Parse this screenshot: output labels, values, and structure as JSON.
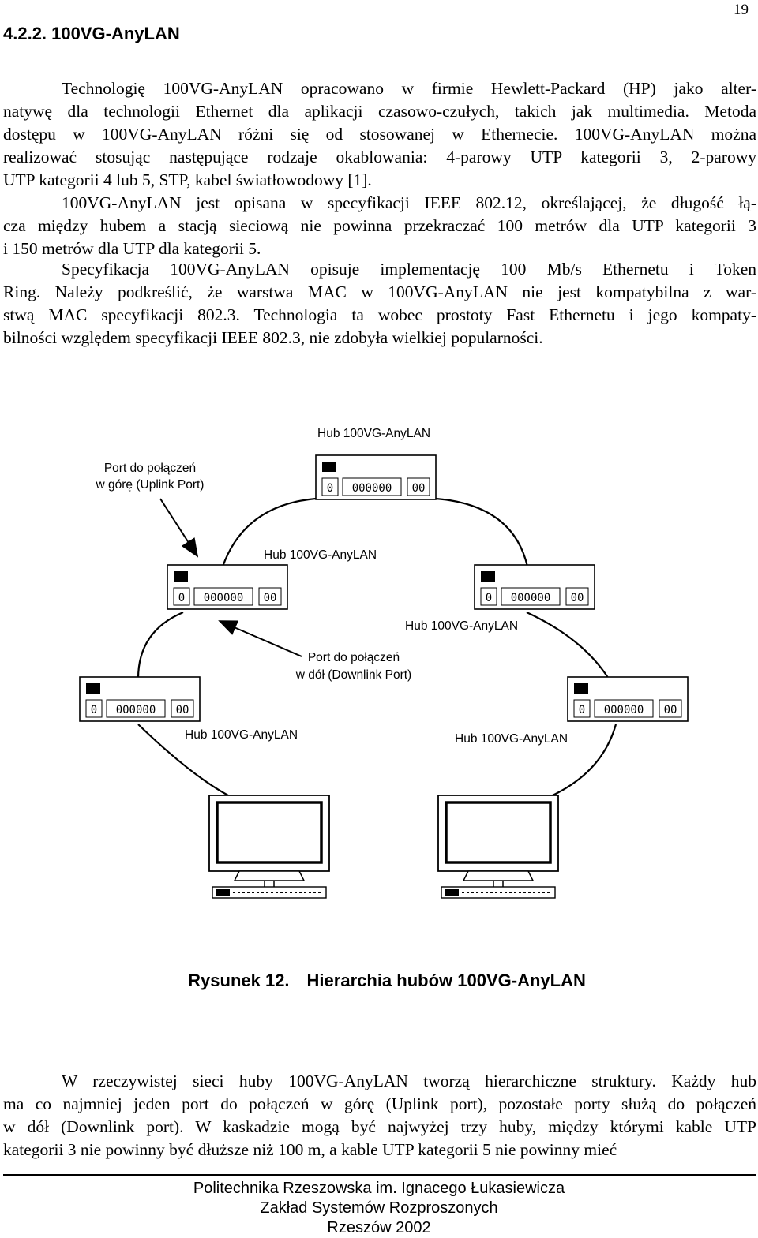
{
  "page": {
    "number": "19",
    "section_heading": "4.2.2.  100VG-AnyLAN"
  },
  "body": {
    "para1_lines": [
      "Technologię 100VG-AnyLAN opracowano w firmie Hewlett-Packard (HP) jako alter-",
      "natywę dla technologii Ethernet dla aplikacji czasowo-czułych, takich jak multimedia. Metoda",
      "dostępu w 100VG-AnyLAN różni się od stosowanej w Ethernecie. 100VG-AnyLAN można",
      "realizować stosując następujące rodzaje okablowania: 4-parowy UTP kategorii 3, 2-parowy",
      "UTP kategorii 4 lub 5, STP, kabel światłowodowy [1]."
    ],
    "para2_lines": [
      "100VG-AnyLAN jest opisana w specyfikacji IEEE 802.12, określającej, że długość łą-",
      "cza między hubem a stacją sieciową nie powinna przekraczać 100 metrów dla UTP kategorii 3",
      "i 150 metrów dla UTP dla kategorii 5."
    ],
    "para3_lines": [
      "Specyfikacja 100VG-AnyLAN opisuje implementację 100 Mb/s Ethernetu i Token",
      "Ring. Należy podkreślić, że warstwa MAC w 100VG-AnyLAN  nie jest kompatybilna z war-",
      "stwą MAC specyfikacji 802.3. Technologia ta wobec prostoty Fast Ethernetu i jego kompaty-",
      "bilności względem specyfikacji IEEE 802.3, nie zdobyła wielkiej popularności."
    ],
    "para4_lines": [
      "W rzeczywistej sieci huby 100VG-AnyLAN tworzą hierarchiczne struktury. Każdy hub",
      "ma co najmniej jeden port do połączeń w górę (Uplink port), pozostałe porty służą do połączeń",
      "w dół (Downlink port). W kaskadzie mogą być najwyżej trzy huby, między którymi kable UTP",
      "kategorii 3 nie powinny być dłuższe niż 100 m, a kable UTP kategorii 5 nie powinny mieć"
    ]
  },
  "figure": {
    "hub_label": "Hub 100VG-AnyLAN",
    "uplink_label_lines": [
      "Port do połączeń",
      "w górę (Uplink Port)"
    ],
    "downlink_label_lines": [
      "Port do połączeń",
      "w dół (Downlink Port)"
    ],
    "port_single": "0",
    "port_group": "000000",
    "port_pair": "00",
    "caption_number": "Rysunek 12.",
    "caption_title": "Hierarchia hubów 100VG-AnyLAN"
  },
  "footer": {
    "line1": "Politechnika Rzeszowska im. Ignacego Łukasiewicza",
    "line2": "Zakład Systemów Rozproszonych",
    "line3": "Rzeszów 2002"
  }
}
